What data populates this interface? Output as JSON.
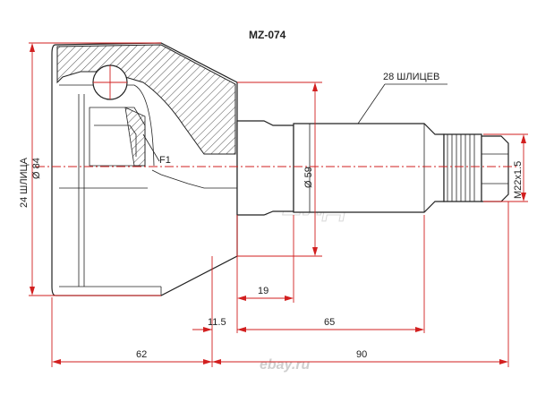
{
  "title": "MZ-074",
  "labels": {
    "splines_inner": "24 ШЛИЦА",
    "diameter_outer": "Ø 84",
    "splines_outer": "28 ШЛИЦЕВ",
    "diameter_shaft": "Ø 59",
    "thread": "M22x1.5",
    "flag": "F1"
  },
  "dimensions": {
    "d19": "19",
    "d11_5": "11.5",
    "d65": "65",
    "d62": "62",
    "d90": "90"
  },
  "watermarks": {
    "brand": "АВТОТРЕЙД",
    "site": "ebay.ru"
  },
  "colors": {
    "dimension_line": "#d21f1f",
    "outline": "#222222",
    "watermark": "#d8d8d8"
  }
}
